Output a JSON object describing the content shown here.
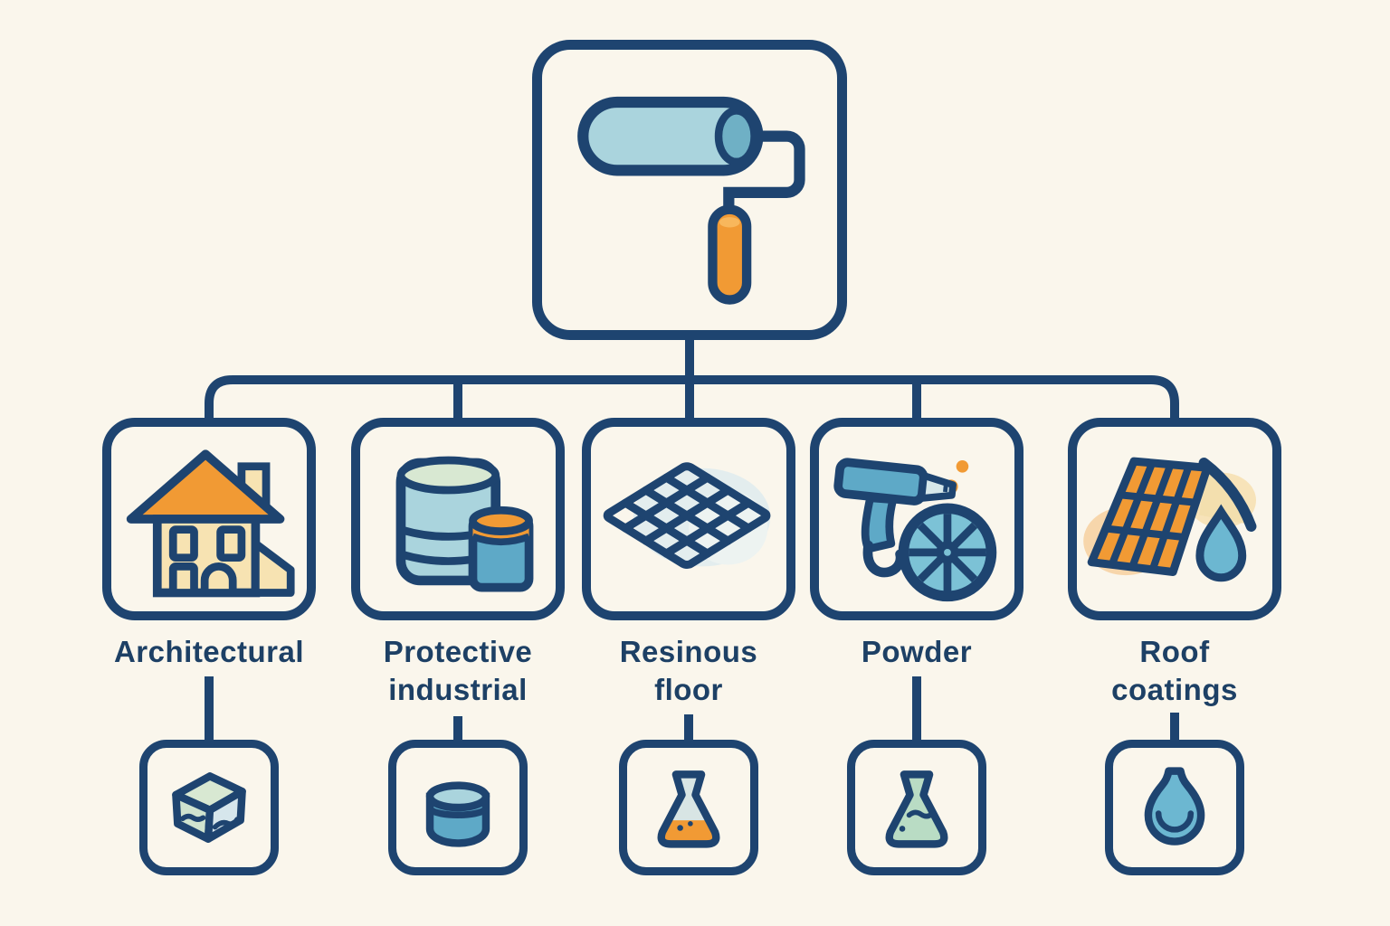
{
  "palette": {
    "bg": "#faf6ec",
    "navy": "#1e4470",
    "text": "#1d4065",
    "orange": "#f19a34",
    "orange-light": "#f8b75c",
    "cream": "#f7e3b2",
    "lightblue": "#aad4dd",
    "teal": "#5ea9c7",
    "teal-dark": "#6fb0c5",
    "paleblue": "#d6e7ea",
    "green": "#b9dcc4",
    "green-pale": "#d8e8d2",
    "drop-blue": "#6cb7d1"
  },
  "diagram": {
    "root": {
      "icon": "paint-roller"
    },
    "children": [
      {
        "label": "Architectural",
        "icon": "house",
        "sub_icon": "brick-block"
      },
      {
        "label": "Protective\nindustrial",
        "icon": "industrial-drums",
        "sub_icon": "paint-tub"
      },
      {
        "label": "Resinous\nfloor",
        "icon": "tile-floor",
        "sub_icon": "flask-orange"
      },
      {
        "label": "Powder",
        "icon": "spray-gun-wheel",
        "sub_icon": "flask-green"
      },
      {
        "label": "Roof\ncoatings",
        "icon": "roof-water-drop",
        "sub_icon": "water-drop"
      }
    ]
  }
}
